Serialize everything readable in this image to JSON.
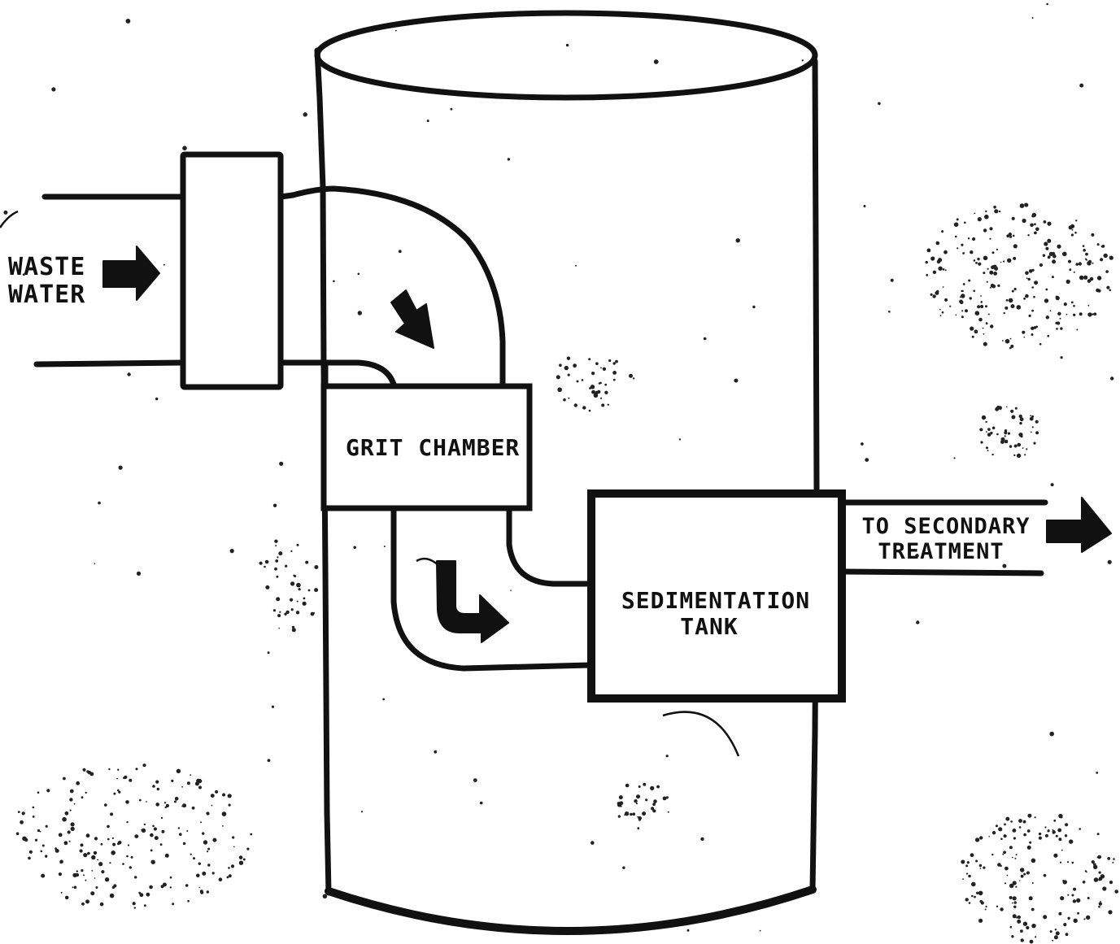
{
  "labels": {
    "waste_water_line1": "WASTE",
    "waste_water_line2": "WATER",
    "grit_chamber": "GRIT CHAMBER",
    "sedimentation_line1": "SEDIMENTATION",
    "sedimentation_line2": "TANK",
    "secondary_line1": "TO SECONDARY",
    "secondary_line2": "TREATMENT"
  },
  "colors": {
    "ink": "#111111",
    "paper": "#ffffff"
  },
  "icons": [
    "flow-arrow-in-icon",
    "flow-arrow-down-icon",
    "flow-arrow-turn-icon",
    "flow-arrow-out-icon"
  ]
}
